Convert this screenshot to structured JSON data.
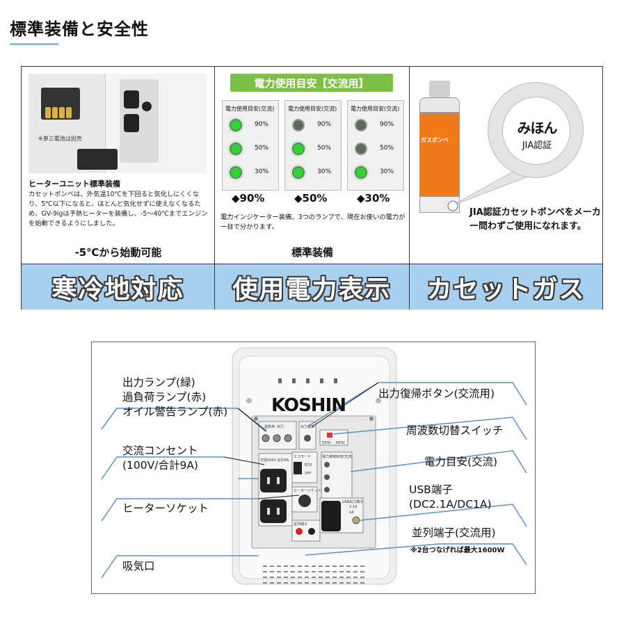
{
  "page": {
    "title": "標準装備と安全性"
  },
  "features": [
    {
      "note": "※単三電池は別売",
      "heading": "ヒーターユニット標準装備",
      "body": "カセットボンベは、外気温10℃を下回ると気化しにくくなり、5℃以下になると、ほとんど気化せずに使えなくなるため、GV-9igは予熱ヒーターを装備し、-5～40℃までエンジンを始動できるようにしました。",
      "footer": "-5℃から始動可能",
      "banner": "寒冷地対応"
    },
    {
      "header": "電力使用目安【交流用】",
      "indicator_label": "電力使用目安(交流)",
      "levels": [
        "90%",
        "50%",
        "30%"
      ],
      "states": [
        {
          "label": "◆90%",
          "lit": [
            true,
            true,
            true
          ]
        },
        {
          "label": "◆50%",
          "lit": [
            false,
            true,
            true
          ]
        },
        {
          "label": "◆30%",
          "lit": [
            false,
            false,
            true
          ]
        }
      ],
      "body": "電力インジケーター装備。3つのランプで、現在お使いの電力が一目で分かります。",
      "footer": "標準装備",
      "banner": "使用電力表示"
    },
    {
      "can_label": "ガスボンベ",
      "seal_main": "みほん",
      "seal_sub": "JIA認証",
      "body": "JIA認証カセットボンベをメーカー問わずご使用になれます。",
      "banner": "カセットガス"
    }
  ],
  "diagram": {
    "brand": "KOSHIN",
    "left_labels": [
      {
        "lines": [
          "出力ランプ(緑)",
          "過負荷ランプ(赤)",
          "オイル警告ランプ(赤)"
        ]
      },
      {
        "lines": [
          "交流コンセント",
          "(100V/合計9A)"
        ]
      },
      {
        "lines": [
          "ヒーターソケット"
        ]
      },
      {
        "lines": [
          "吸気口"
        ]
      }
    ],
    "right_labels": [
      {
        "lines": [
          "出力復帰ボタン(交流用)"
        ]
      },
      {
        "lines": [
          "周波数切替スイッチ"
        ]
      },
      {
        "lines": [
          "電力目安(交流)"
        ]
      },
      {
        "lines": [
          "USB端子",
          "(DC2.1A/DC1A)"
        ]
      },
      {
        "lines": [
          "並列端子(交流用)"
        ],
        "note": "※2台つなげれば最大1600W"
      }
    ],
    "panel_text": {
      "lamps": "出力",
      "overload": "過負荷",
      "reset": "出力復帰",
      "hz50": "50Hz",
      "hz60": "60Hz",
      "ac_outlet": "交流100V 合計9A",
      "eco": "エコモード",
      "eco_on": "ECO",
      "eco_off": "OFF",
      "meter": "電力使用目安(交流)",
      "heater": "ヒーターソケット",
      "usb": "USB出力端子",
      "usb_a": "2.1A",
      "usb_b": "1A",
      "parallel": "並列端子"
    }
  },
  "colors": {
    "banner": "#a8cfee",
    "green_header": "#7cc143",
    "can_orange": "#ee7a18",
    "callout_line": "#5b8fc7"
  }
}
